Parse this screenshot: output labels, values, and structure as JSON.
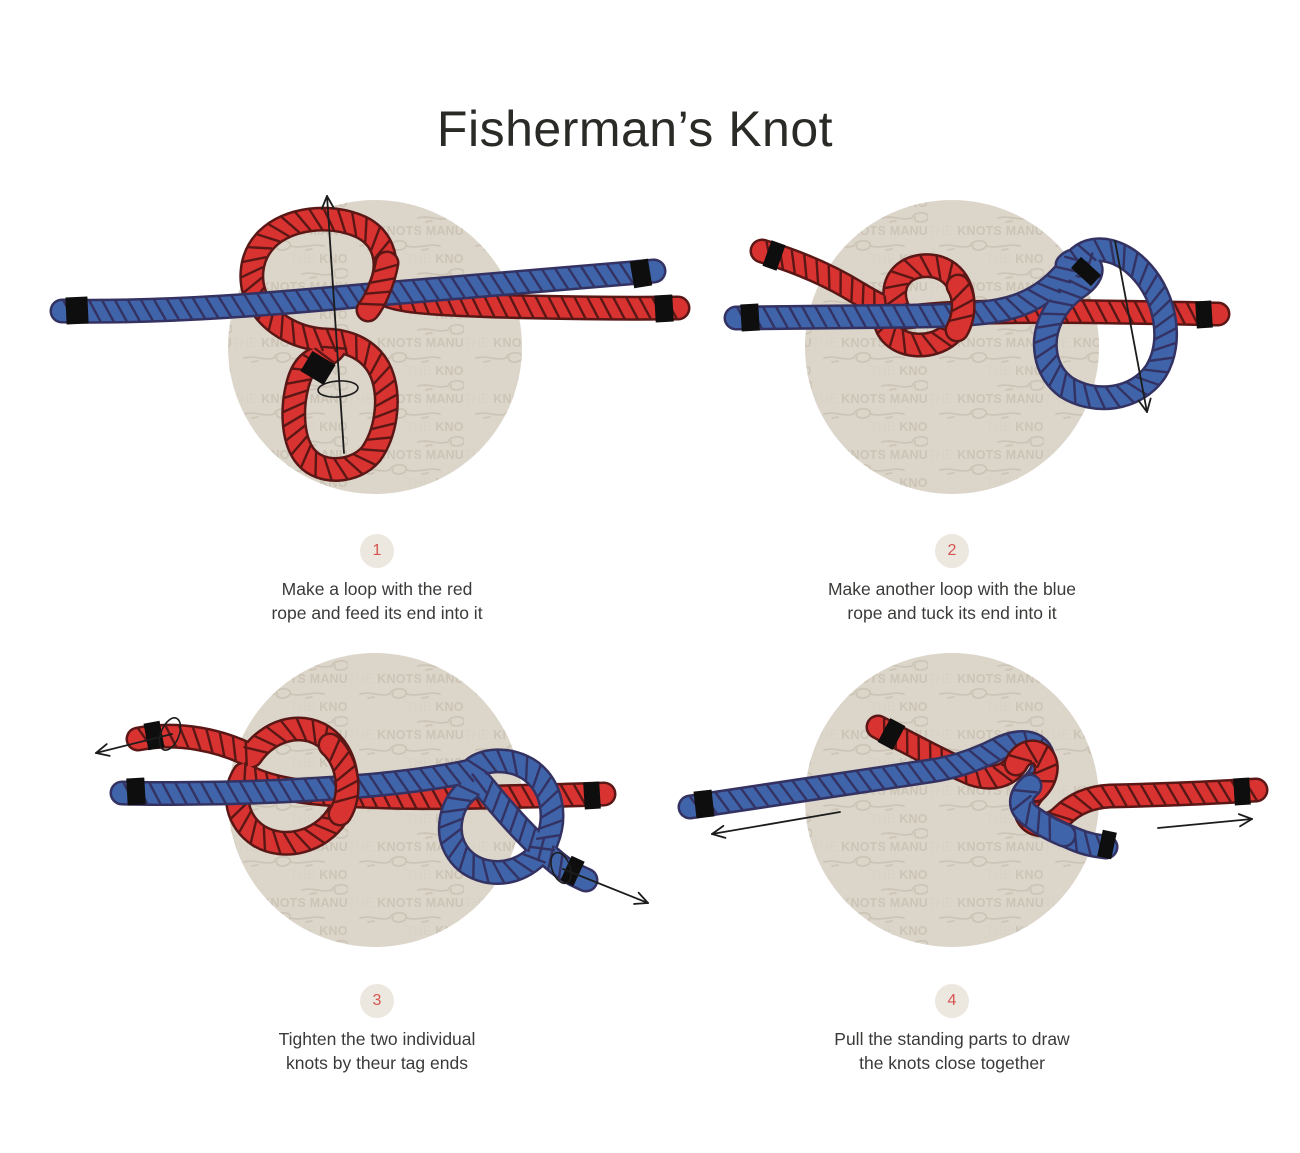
{
  "title": "Fisherman’s Knot",
  "watermark": {
    "prefix": "THE ",
    "name": "KNOTS MANUAL"
  },
  "steps": [
    {
      "number": "1",
      "line1": "Make a loop with the red",
      "line2": "rope and feed its end into it"
    },
    {
      "number": "2",
      "line1": "Make another loop with the blue",
      "line2": "rope and tuck its end into it"
    },
    {
      "number": "3",
      "line1": "Tighten the two individual",
      "line2": "knots by theur tag ends"
    },
    {
      "number": "4",
      "line1": "Pull the standing parts to draw",
      "line2": "the knots close together"
    }
  ],
  "colors": {
    "rope_red": "#d93331",
    "rope_red_dark": "#5a1715",
    "rope_blue": "#3f64aa",
    "rope_blue_dark": "#333263",
    "circle_bg": "#dcd5ca",
    "watermark_text": "#ccc5b6",
    "watermark_prefix": "#d8d2c6",
    "badge_bg": "#ece7df",
    "badge_number": "#d65550",
    "arrow": "#1c1c1c",
    "tape": "#0e0e0e",
    "title_color": "#2a2a27"
  }
}
